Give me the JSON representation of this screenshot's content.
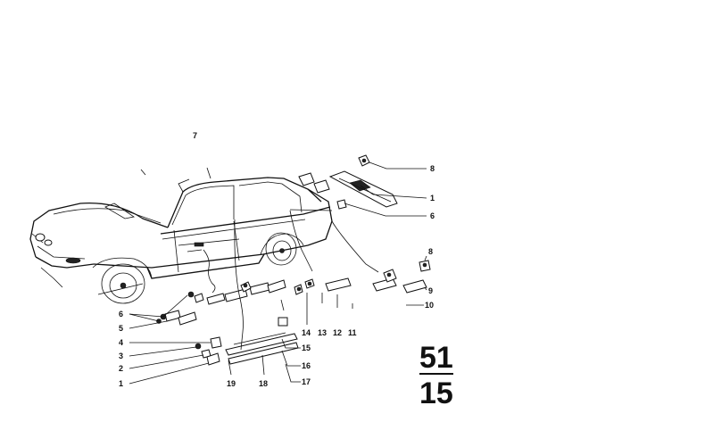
{
  "callouts": {
    "c7": "7",
    "c8_top": "8",
    "c1_right": "1",
    "c6_right": "6",
    "c8_mid": "8",
    "c9": "9",
    "c10": "10",
    "c6_left": "6",
    "c5": "5",
    "c4": "4",
    "c3": "3",
    "c2": "2",
    "c1_left": "1",
    "c19": "19",
    "c18": "18",
    "c15": "15",
    "c16": "16",
    "c17": "17",
    "c14": "14",
    "c13": "13",
    "c12": "12",
    "c11": "11"
  },
  "group": {
    "main": "51",
    "sub": "15"
  }
}
